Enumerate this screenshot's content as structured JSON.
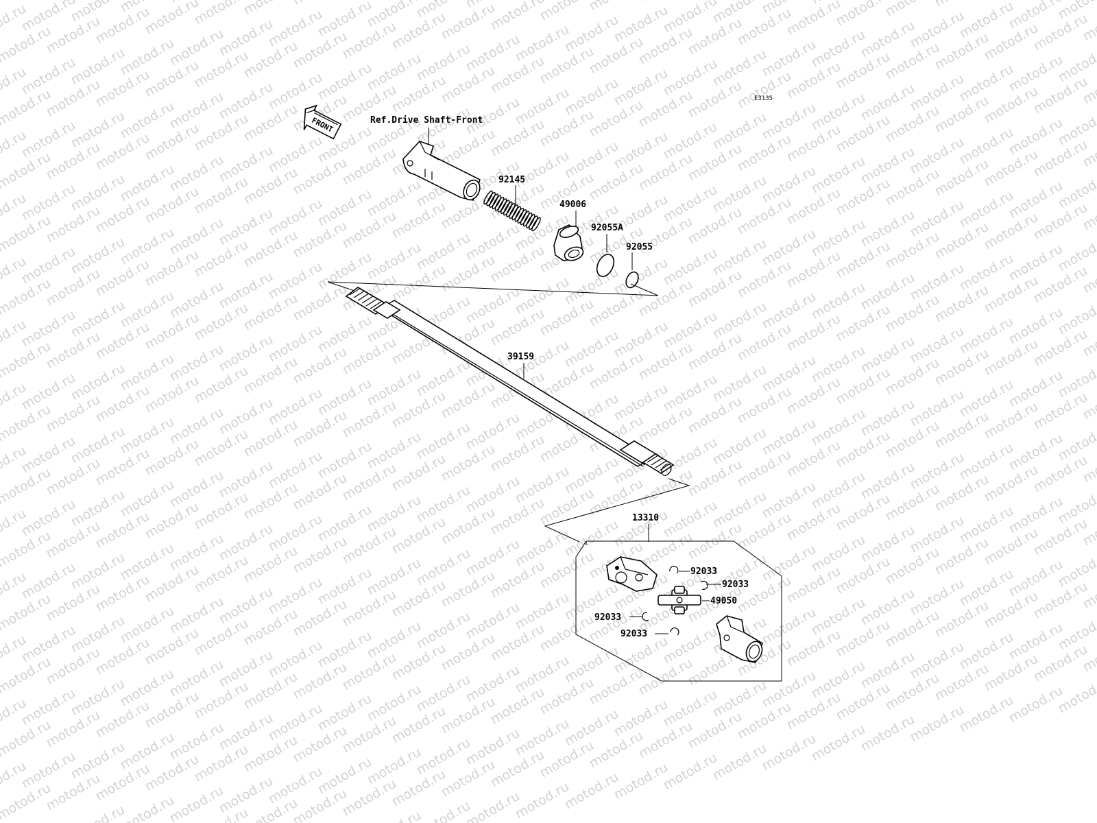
{
  "diagram": {
    "code": "E3135",
    "front_marker": "FRONT",
    "reference_label": "Ref.Drive Shaft-Front",
    "watermark": "motod.ru",
    "parts": {
      "p92145": "92145",
      "p49006": "49006",
      "p92055A": "92055A",
      "p92055": "92055",
      "p39159": "39159",
      "p13310": "13310",
      "p92033_a": "92033",
      "p92033_b": "92033",
      "p92033_c": "92033",
      "p92033_d": "92033",
      "p49050": "49050"
    }
  }
}
